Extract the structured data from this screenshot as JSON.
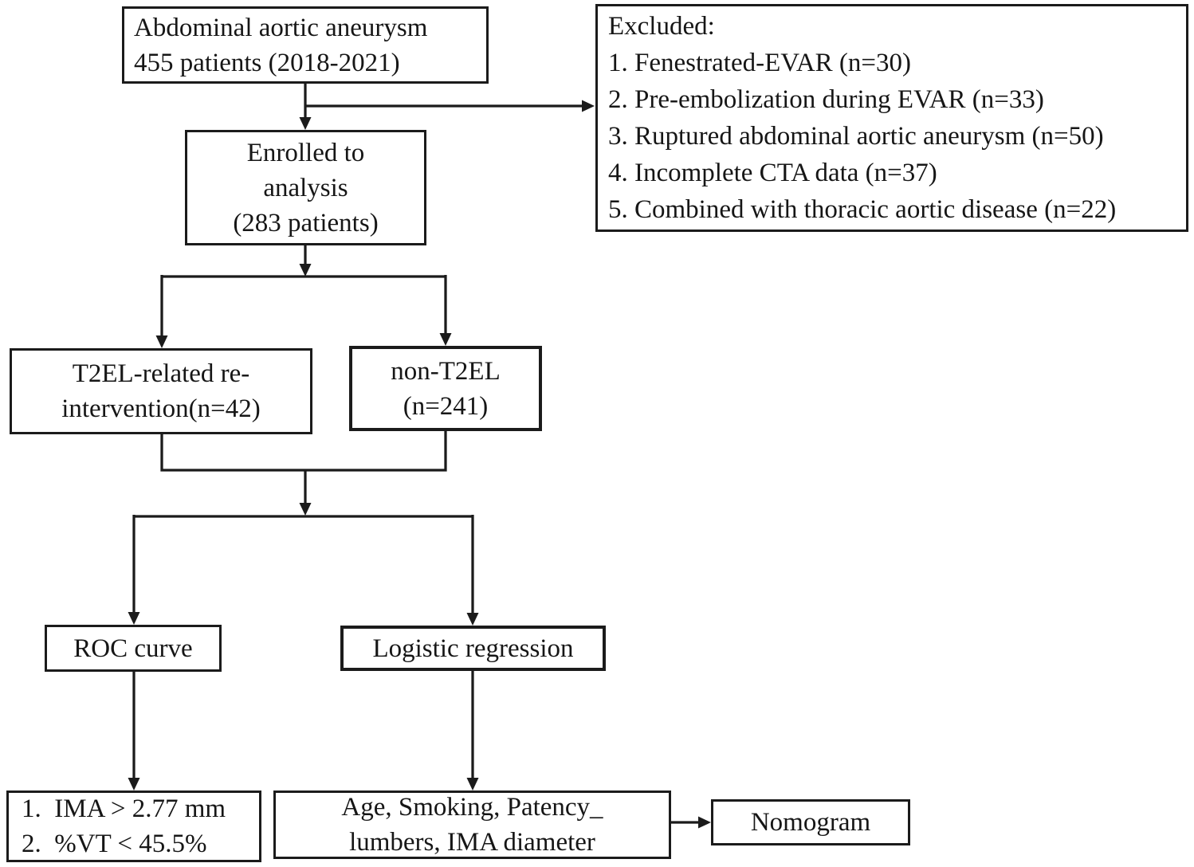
{
  "figure": {
    "type": "study-flowchart",
    "colors": {
      "line": "#1b1b1b",
      "border": "#1b1b1b",
      "text": "#161616",
      "background": "#ffffff"
    }
  },
  "flowchart": {
    "aaa_box": {
      "line1": "Abdominal aortic aneurysm",
      "line2": "455 patients (2018-2021)"
    },
    "excluded_box": {
      "title": "Excluded:",
      "items": [
        "1. Fenestrated-EVAR (n=30)",
        "2. Pre-embolization during EVAR (n=33)",
        "3. Ruptured abdominal aortic aneurysm (n=50)",
        "4. Incomplete CTA data (n=37)",
        "5. Combined with thoracic aortic disease (n=22)"
      ]
    },
    "enrolled_box": {
      "line1": "Enrolled to",
      "line2": "analysis",
      "line3": "(283 patients)"
    },
    "t2el_box": {
      "line1": "T2EL-related re-",
      "line2": "intervention(n=42)"
    },
    "non_t2el_box": {
      "line1": "non-T2EL",
      "line2": "(n=241)"
    },
    "roc_box": {
      "label": "ROC curve"
    },
    "logistic_box": {
      "label": "Logistic regression"
    },
    "cutoff_box": {
      "line1": "1.  IMA > 2.77 mm",
      "line2": "2.  %VT < 45.5%"
    },
    "predictors_box": {
      "line1": "Age, Smoking, Patency_",
      "line2": "lumbers, IMA diameter"
    },
    "nomogram_box": {
      "label": "Nomogram"
    }
  }
}
